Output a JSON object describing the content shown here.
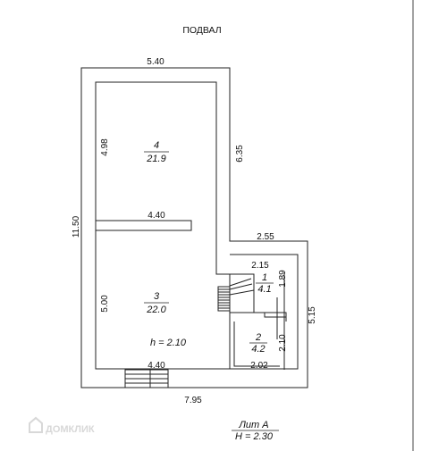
{
  "title": "ПОДВАЛ",
  "dimensions": {
    "top_width": "5.40",
    "left_height": "11.50",
    "upper_room_height": "4.98",
    "right_upper_height": "6.35",
    "partition_width": "4.40",
    "step_width": "2.55",
    "stair_width": "2.15",
    "stair_height": "1.89",
    "right_lower_height": "5.15",
    "lower_room_height": "5.00",
    "room2_height": "2.10",
    "room2_width": "2.02",
    "lower_room_width": "4.40",
    "total_width": "7.95"
  },
  "rooms": [
    {
      "number": "4",
      "area": "21.9"
    },
    {
      "number": "3",
      "area": "22.0"
    },
    {
      "number": "1",
      "area": "4.1"
    },
    {
      "number": "2",
      "area": "4.2"
    }
  ],
  "ceiling_height": "h = 2.10",
  "stamp": {
    "line1": "Лит А",
    "line2": "H = 2.30"
  },
  "watermark": "ДОМКЛИК"
}
